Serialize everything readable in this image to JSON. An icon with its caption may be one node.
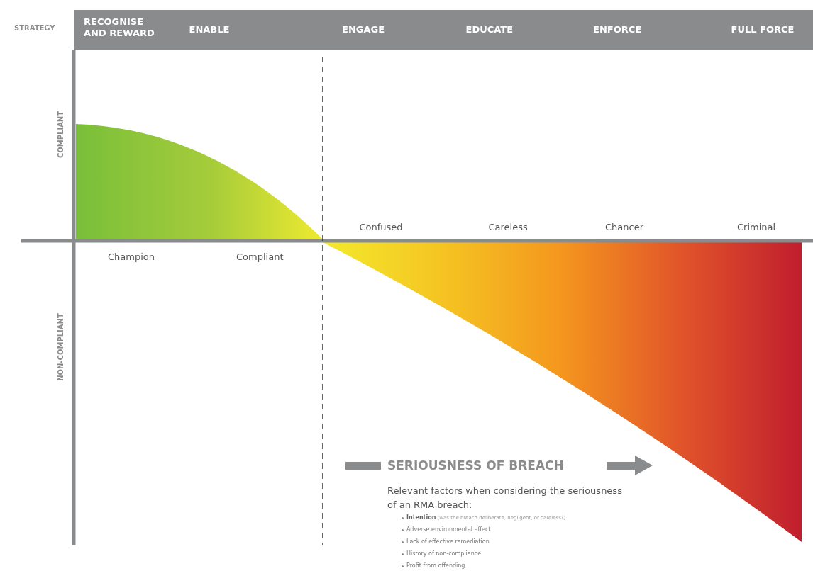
{
  "diagram": {
    "labels": [
      "STRATEGY",
      "RECOGNISE AND REWARD",
      "ENABLE",
      "ENGAGE",
      "EDUCATE",
      "ENFORCE",
      "FULL FORCE",
      "COMPLIANT",
      "Confused",
      "Careless",
      "Chancer",
      "Criminal",
      "Champion",
      "Compliant",
      "NON-COMPLIANT",
      "SERIOUSNESS OF BREACH",
      "Relevant factors when considering the seriousness of an RMA breach:",
      "**Intention** (was the breach deliberate, negligent, or careless?)",
      "Adverse environmental effect",
      "Lack of effective remediation",
      "History of non-compliance",
      "Profit from offending."
    ]
  }
}
